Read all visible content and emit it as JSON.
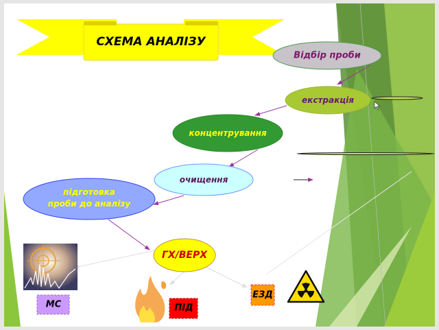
{
  "title": "СХЕМА АНАЛІЗУ",
  "nodes": {
    "sampling": "Відбір проби",
    "extraction": "екстракція",
    "concentration": "концентрування",
    "cleanup": "очищення",
    "preparation_line1": "підготовка",
    "preparation_line2": "проби до аналізу",
    "chromatography": "ГХ/ВЕРХ"
  },
  "detectors": {
    "ms": "МС",
    "fid": "ПІД",
    "ecd": "ЕЗД"
  },
  "colors": {
    "banner": "#ffff00",
    "sampling": "#c8c3c8",
    "extraction": "#a9c934",
    "concentration": "#339933",
    "cleanup": "#ccffff",
    "preparation": "#93a9ff",
    "chromatography": "#ffff00",
    "ms": "#cc99ff",
    "fid": "#ff0000",
    "ecd": "#ff9900",
    "arrow": "#993399"
  }
}
